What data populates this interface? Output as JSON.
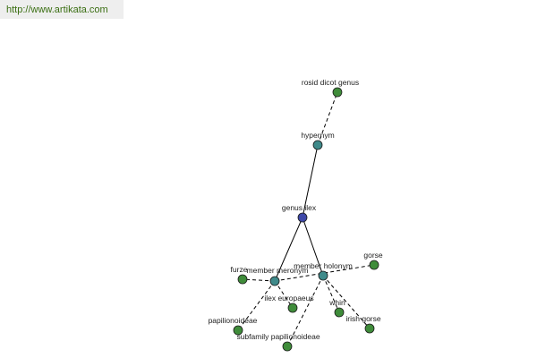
{
  "header": {
    "url": "http://www.artikata.com"
  },
  "graph": {
    "colors": {
      "center": "#3e48a8",
      "relation": "#3f8a8a",
      "leaf": "#3f8c3a",
      "stroke": "#1a1a1a",
      "edge": "#000000"
    },
    "nodes": [
      {
        "id": "genus-ilex",
        "label": "genus ilex",
        "kind": "center"
      },
      {
        "id": "hypernym",
        "label": "hypernym",
        "kind": "relation"
      },
      {
        "id": "rosid-dicot-genus",
        "label": "rosid dicot genus",
        "kind": "leaf"
      },
      {
        "id": "member-meronym",
        "label": "member meronym",
        "kind": "relation"
      },
      {
        "id": "member-holonym",
        "label": "member holonym",
        "kind": "relation"
      },
      {
        "id": "furze",
        "label": "furze",
        "kind": "leaf"
      },
      {
        "id": "gorse",
        "label": "gorse",
        "kind": "leaf"
      },
      {
        "id": "ilex-europaeus",
        "label": "ilex europaeus",
        "kind": "leaf"
      },
      {
        "id": "whin",
        "label": "whin",
        "kind": "leaf"
      },
      {
        "id": "irish-gorse",
        "label": "irish gorse",
        "kind": "leaf"
      },
      {
        "id": "papilionoideae",
        "label": "papilionoideae",
        "kind": "leaf"
      },
      {
        "id": "subfamily-papilionoideae",
        "label": "subfamily papilionoideae",
        "kind": "leaf"
      }
    ],
    "edges": [
      {
        "from": "genus-ilex",
        "to": "hypernym",
        "style": "solid"
      },
      {
        "from": "hypernym",
        "to": "rosid-dicot-genus",
        "style": "dashed"
      },
      {
        "from": "genus-ilex",
        "to": "member-meronym",
        "style": "solid"
      },
      {
        "from": "genus-ilex",
        "to": "member-holonym",
        "style": "solid"
      },
      {
        "from": "member-meronym",
        "to": "furze",
        "style": "dashed"
      },
      {
        "from": "member-meronym",
        "to": "gorse",
        "style": "dashed"
      },
      {
        "from": "member-meronym",
        "to": "ilex-europaeus",
        "style": "dashed"
      },
      {
        "from": "member-holonym",
        "to": "whin",
        "style": "dashed"
      },
      {
        "from": "member-holonym",
        "to": "irish-gorse",
        "style": "dashed"
      },
      {
        "from": "member-meronym",
        "to": "papilionoideae",
        "style": "dashed"
      },
      {
        "from": "member-holonym",
        "to": "subfamily-papilionoideae",
        "style": "dashed"
      }
    ]
  }
}
